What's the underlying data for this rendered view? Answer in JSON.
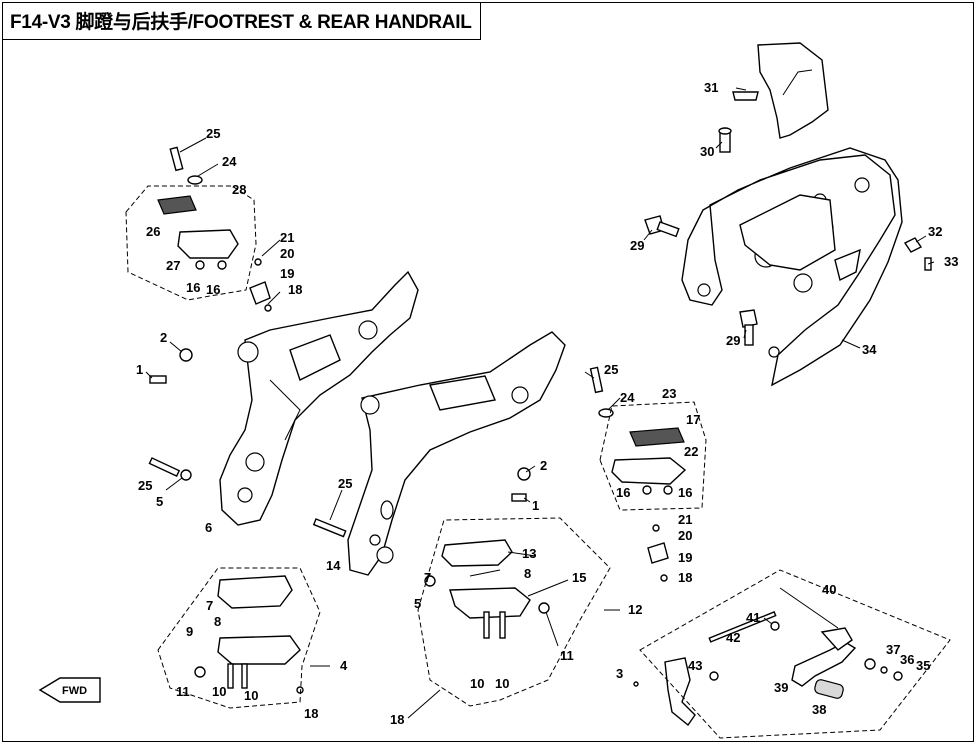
{
  "diagram": {
    "title": "F14-V3 脚蹬与后扶手/FOOTREST & REAR HANDRAIL",
    "direction_label": "FWD",
    "callouts": [
      {
        "id": "c1",
        "text": "31"
      },
      {
        "id": "c2",
        "text": "30"
      },
      {
        "id": "c3",
        "text": "29"
      },
      {
        "id": "c4",
        "text": "32"
      },
      {
        "id": "c5",
        "text": "33"
      },
      {
        "id": "c6",
        "text": "29"
      },
      {
        "id": "c7",
        "text": "34"
      },
      {
        "id": "c8",
        "text": "25"
      },
      {
        "id": "c9",
        "text": "24"
      },
      {
        "id": "c10",
        "text": "28"
      },
      {
        "id": "c11",
        "text": "26"
      },
      {
        "id": "c12",
        "text": "21"
      },
      {
        "id": "c13",
        "text": "20"
      },
      {
        "id": "c14",
        "text": "27"
      },
      {
        "id": "c15",
        "text": "19"
      },
      {
        "id": "c16",
        "text": "16"
      },
      {
        "id": "c17",
        "text": "16"
      },
      {
        "id": "c18",
        "text": "18"
      },
      {
        "id": "c19",
        "text": "2"
      },
      {
        "id": "c20",
        "text": "1"
      },
      {
        "id": "c21",
        "text": "25"
      },
      {
        "id": "c22",
        "text": "5"
      },
      {
        "id": "c23",
        "text": "6"
      },
      {
        "id": "c24",
        "text": "25"
      },
      {
        "id": "c25",
        "text": "24"
      },
      {
        "id": "c26",
        "text": "23"
      },
      {
        "id": "c27",
        "text": "17"
      },
      {
        "id": "c28",
        "text": "22"
      },
      {
        "id": "c29",
        "text": "16"
      },
      {
        "id": "c30",
        "text": "16"
      },
      {
        "id": "c31",
        "text": "21"
      },
      {
        "id": "c32",
        "text": "20"
      },
      {
        "id": "c33",
        "text": "19"
      },
      {
        "id": "c34",
        "text": "18"
      },
      {
        "id": "c35",
        "text": "2"
      },
      {
        "id": "c36",
        "text": "1"
      },
      {
        "id": "c37",
        "text": "25"
      },
      {
        "id": "c38",
        "text": "14"
      },
      {
        "id": "c39",
        "text": "7"
      },
      {
        "id": "c40",
        "text": "5"
      },
      {
        "id": "c41",
        "text": "13"
      },
      {
        "id": "c42",
        "text": "8"
      },
      {
        "id": "c43",
        "text": "15"
      },
      {
        "id": "c44",
        "text": "12"
      },
      {
        "id": "c45",
        "text": "11"
      },
      {
        "id": "c46",
        "text": "10"
      },
      {
        "id": "c47",
        "text": "10"
      },
      {
        "id": "c48",
        "text": "18"
      },
      {
        "id": "c49",
        "text": "7"
      },
      {
        "id": "c50",
        "text": "8"
      },
      {
        "id": "c51",
        "text": "9"
      },
      {
        "id": "c52",
        "text": "4"
      },
      {
        "id": "c53",
        "text": "11"
      },
      {
        "id": "c54",
        "text": "10"
      },
      {
        "id": "c55",
        "text": "10"
      },
      {
        "id": "c56",
        "text": "18"
      },
      {
        "id": "c57",
        "text": "40"
      },
      {
        "id": "c58",
        "text": "41"
      },
      {
        "id": "c59",
        "text": "42"
      },
      {
        "id": "c60",
        "text": "3"
      },
      {
        "id": "c61",
        "text": "43"
      },
      {
        "id": "c62",
        "text": "37"
      },
      {
        "id": "c63",
        "text": "36"
      },
      {
        "id": "c64",
        "text": "35"
      },
      {
        "id": "c65",
        "text": "39"
      },
      {
        "id": "c66",
        "text": "38"
      }
    ]
  }
}
